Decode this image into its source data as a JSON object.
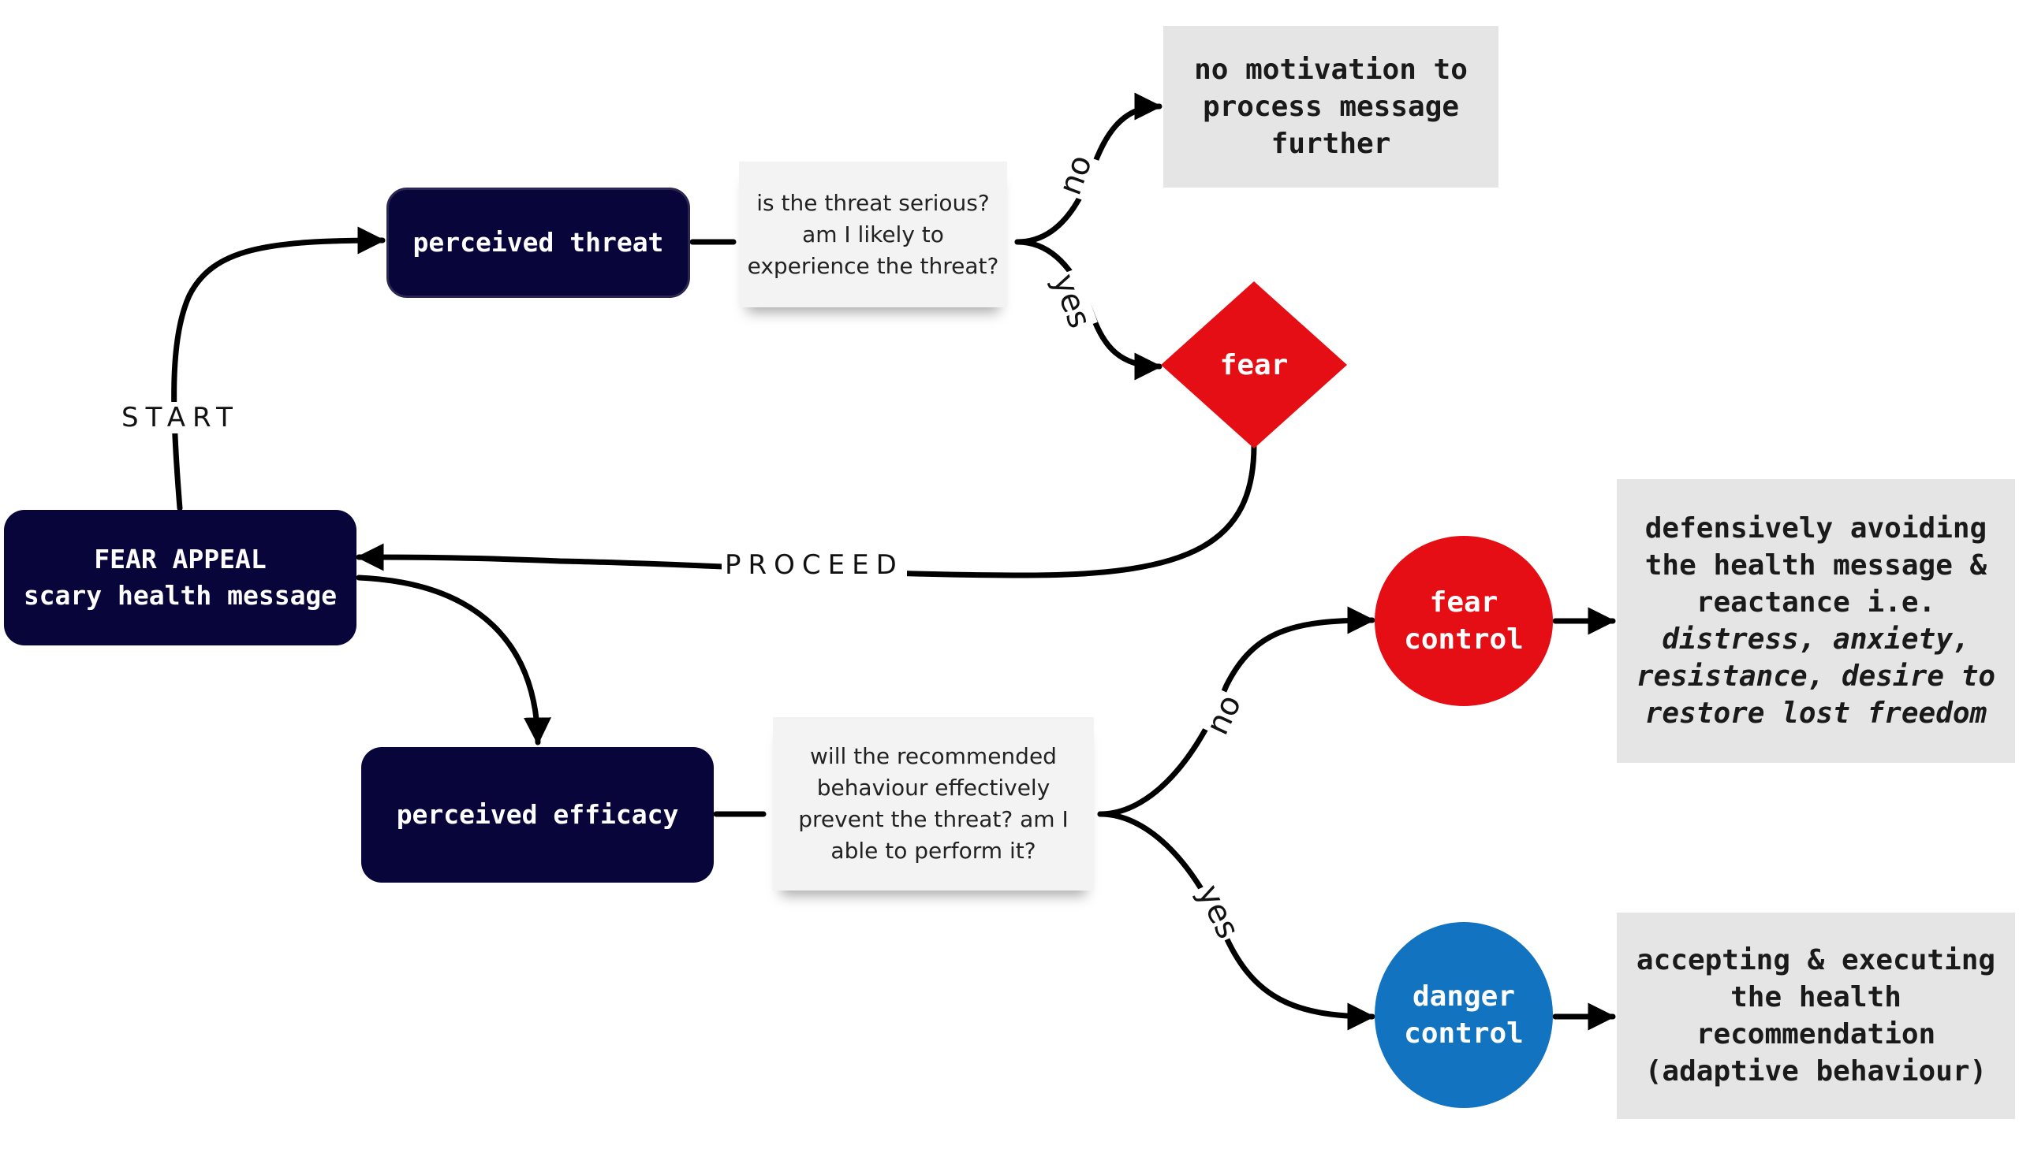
{
  "nodes": {
    "fear_appeal": {
      "line1": "FEAR APPEAL",
      "line2": "scary health message"
    },
    "perceived_threat": {
      "label": "perceived threat"
    },
    "perceived_efficacy": {
      "label": "perceived efficacy"
    },
    "threat_question": {
      "line1": "is the threat serious?",
      "line2": "am I likely to",
      "line3": "experience the threat?"
    },
    "efficacy_question": {
      "line1": "will the recommended",
      "line2": "behaviour effectively",
      "line3": "prevent the threat? am I",
      "line4": "able to perform it?"
    },
    "no_motivation": {
      "line1": "no motivation to",
      "line2": "process message",
      "line3": "further"
    },
    "fear": {
      "label": "fear"
    },
    "fear_control": {
      "line1": "fear",
      "line2": "control"
    },
    "danger_control": {
      "line1": "danger",
      "line2": "control"
    },
    "defensive_outcome": {
      "line1": "defensively avoiding",
      "line2": "the health message &",
      "line3": "reactance i.e.",
      "line4": "distress, anxiety,",
      "line5": "resistance, desire to",
      "line6": "restore lost freedom"
    },
    "adaptive_outcome": {
      "line1": "accepting & executing",
      "line2": "the health",
      "line3": "recommendation",
      "line4": "(adaptive behaviour)"
    }
  },
  "edge_labels": {
    "start": "START",
    "proceed": "PROCEED",
    "threat_no": "no",
    "threat_yes": "yes",
    "efficacy_no": "no",
    "efficacy_yes": "yes"
  },
  "colors": {
    "navy": "#07053a",
    "red": "#e50e14",
    "blue": "#1273c1",
    "gray": "#e5e5e5",
    "note": "#f3f3f4",
    "edge": "#000000"
  }
}
